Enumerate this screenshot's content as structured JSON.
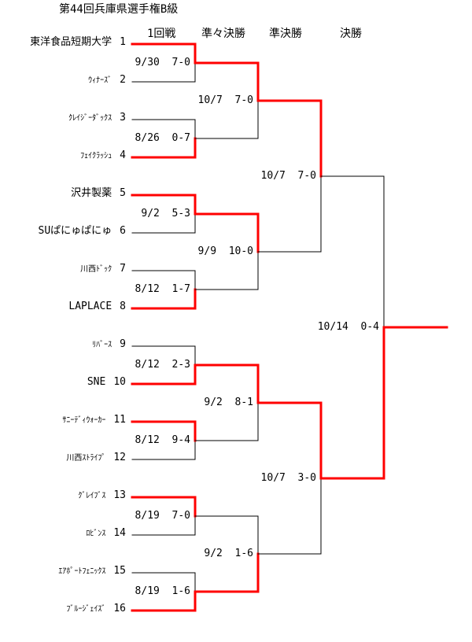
{
  "title": "第44回兵庫県選手権B級",
  "rounds": [
    "1回戦",
    "準々決勝",
    "準決勝",
    "決勝"
  ],
  "colors": {
    "winner": "#ff0000",
    "loser": "#000000"
  },
  "teams": [
    {
      "seed": "1",
      "name": "東洋食品短期大学"
    },
    {
      "seed": "2",
      "name": "ｳｨﾅｰｽﾞ"
    },
    {
      "seed": "3",
      "name": "ｸﾚｲｼﾞｰﾀﾞｯｸｽ"
    },
    {
      "seed": "4",
      "name": "ﾌｪｲｸﾗｯｼｭ"
    },
    {
      "seed": "5",
      "name": "沢井製薬"
    },
    {
      "seed": "6",
      "name": "SUぱにゅぱにゅ"
    },
    {
      "seed": "7",
      "name": "川西ﾄﾞｯｸ"
    },
    {
      "seed": "8",
      "name": "LAPLACE"
    },
    {
      "seed": "9",
      "name": "ﾘﾊﾞｰｽ"
    },
    {
      "seed": "10",
      "name": "SNE"
    },
    {
      "seed": "11",
      "name": "ｻﾆｰﾃﾞｨｳｫｰｶｰ"
    },
    {
      "seed": "12",
      "name": "川西ｽﾄﾗｲﾌﾟ"
    },
    {
      "seed": "13",
      "name": "ｸﾞﾚｲﾌﾞｽ"
    },
    {
      "seed": "14",
      "name": "ﾛﾋﾞﾝｽ"
    },
    {
      "seed": "15",
      "name": "ｴｱﾎﾟｰﾄﾌｪﾆｯｸｽ"
    },
    {
      "seed": "16",
      "name": "ﾌﾞﾙｰｼﾞｪｲｽﾞ"
    }
  ],
  "matches": {
    "round1": [
      {
        "date": "9/30",
        "score": "7-0",
        "winner": "top"
      },
      {
        "date": "8/26",
        "score": "0-7",
        "winner": "bottom"
      },
      {
        "date": "9/2",
        "score": "5-3",
        "winner": "top"
      },
      {
        "date": "8/12",
        "score": "1-7",
        "winner": "bottom"
      },
      {
        "date": "8/12",
        "score": "2-3",
        "winner": "bottom"
      },
      {
        "date": "8/12",
        "score": "9-4",
        "winner": "top"
      },
      {
        "date": "8/19",
        "score": "7-0",
        "winner": "top"
      },
      {
        "date": "8/19",
        "score": "1-6",
        "winner": "bottom"
      }
    ],
    "quarterfinals": [
      {
        "date": "10/7",
        "score": "7-0",
        "winner": "top"
      },
      {
        "date": "9/9",
        "score": "10-0",
        "winner": "top"
      },
      {
        "date": "9/2",
        "score": "8-1",
        "winner": "top"
      },
      {
        "date": "9/2",
        "score": "1-6",
        "winner": "bottom"
      }
    ],
    "semifinals": [
      {
        "date": "10/7",
        "score": "7-0",
        "winner": "top"
      },
      {
        "date": "10/7",
        "score": "3-0",
        "winner": "top"
      }
    ],
    "final": [
      {
        "date": "10/14",
        "score": "0-4",
        "winner": "bottom"
      }
    ]
  }
}
